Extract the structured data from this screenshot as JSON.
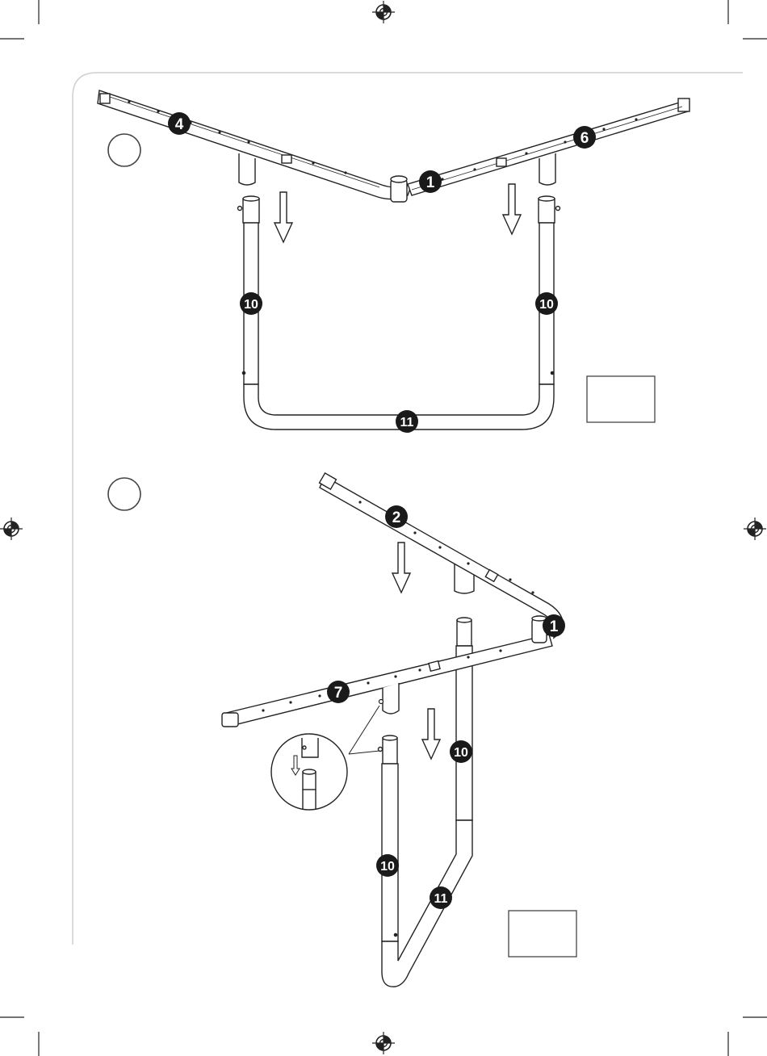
{
  "page": {
    "colors": {
      "line": "#2a2a2a",
      "badge": "#1a1a1a",
      "badge_text": "#ffffff",
      "panel_border": "#cfcfcf",
      "paper": "#ffffff"
    }
  },
  "steps": [
    {
      "id": "step-1",
      "step_number": "",
      "part_labels": {
        "top_left_rail": "4",
        "top_right_rail": "6",
        "corner": "1",
        "left_leg": "10",
        "right_leg": "10",
        "u_base": "11"
      },
      "qty_box": ""
    },
    {
      "id": "step-2",
      "step_number": "",
      "part_labels": {
        "back_rail": "2",
        "corner": "1",
        "front_rail": "7",
        "front_leg": "10",
        "back_leg": "10",
        "u_base": "11"
      },
      "qty_box": ""
    }
  ],
  "icons": {
    "registration_marks": "registration-crosshair-icon",
    "arrows": "down-arrow-icon",
    "detail_callout": "magnifier-detail-circle-icon"
  }
}
